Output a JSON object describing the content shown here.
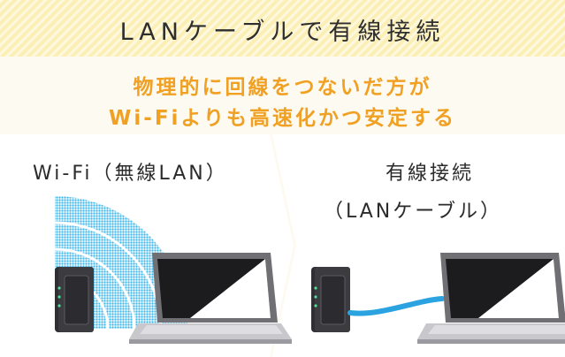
{
  "header": {
    "title": "LANケーブルで有線接続"
  },
  "subtitle": {
    "line1": "物理的に回線をつないだ方が",
    "line2": "Wi-Fiよりも高速化かつ安定する"
  },
  "left_panel": {
    "label": "Wi-Fi（無線LAN）"
  },
  "right_panel": {
    "label_line1": "有線接続",
    "label_line2": "（LANケーブル）"
  },
  "colors": {
    "title_band": "#fbefb6",
    "accent_orange": "#f0a023",
    "wifi_blue": "#3fb6e8",
    "cable_blue": "#2aa3e0",
    "panel_white": "#ffffff",
    "page_cream": "#fdfaf1"
  }
}
